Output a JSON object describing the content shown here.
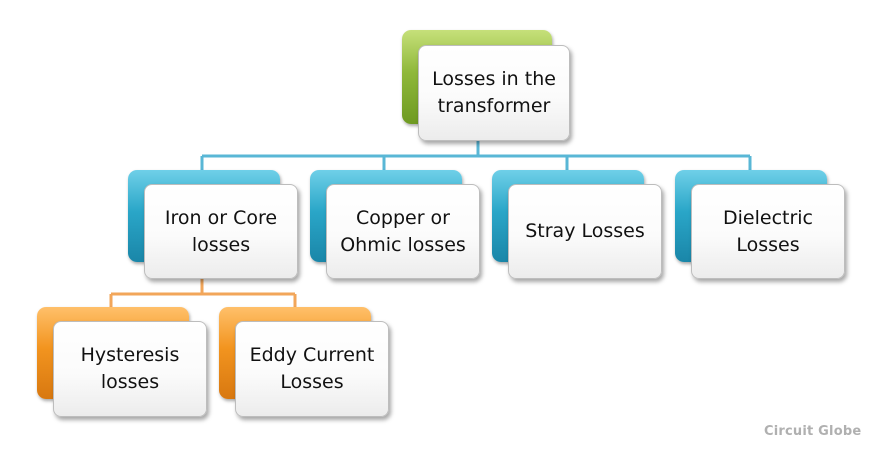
{
  "diagram": {
    "root": {
      "label": "Losses in the\ntransformer",
      "color": "#8fb83a"
    },
    "level1": [
      {
        "label": "Iron or Core\nlosses",
        "color": "#2aa6c8"
      },
      {
        "label": "Copper or\nOhmic losses",
        "color": "#2aa6c8"
      },
      {
        "label": "Stray Losses",
        "color": "#2aa6c8"
      },
      {
        "label": "Dielectric\nLosses",
        "color": "#2aa6c8"
      }
    ],
    "level2": [
      {
        "label": "Hysteresis\nlosses",
        "color": "#f2941f"
      },
      {
        "label": "Eddy Current\nLosses",
        "color": "#f2941f"
      }
    ],
    "connector_colors": {
      "blue": "#59b7d6",
      "orange": "#f2a65a"
    }
  },
  "watermark": "Circuit Globe"
}
